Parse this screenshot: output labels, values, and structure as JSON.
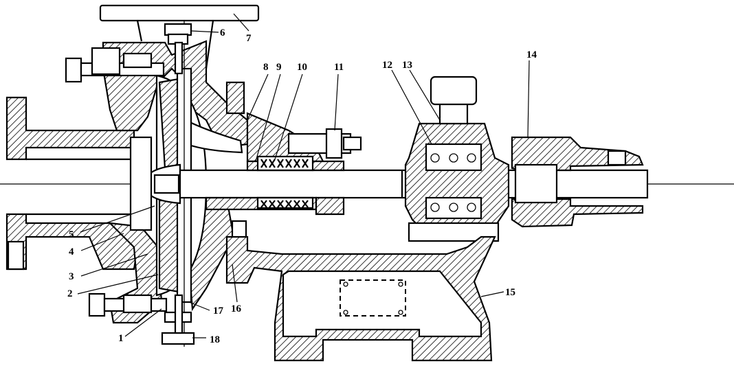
{
  "labels": {
    "l1": "1",
    "l2": "2",
    "l3": "3",
    "l4": "4",
    "l5": "5",
    "l6": "6",
    "l7": "7",
    "l8": "8",
    "l9": "9",
    "l10": "10",
    "l11": "11",
    "l12": "12",
    "l13": "13",
    "l14": "14",
    "l15": "15",
    "l16": "16",
    "l17": "17",
    "l18": "18"
  },
  "colors": {
    "ink": "#000000",
    "paper": "#ffffff"
  }
}
